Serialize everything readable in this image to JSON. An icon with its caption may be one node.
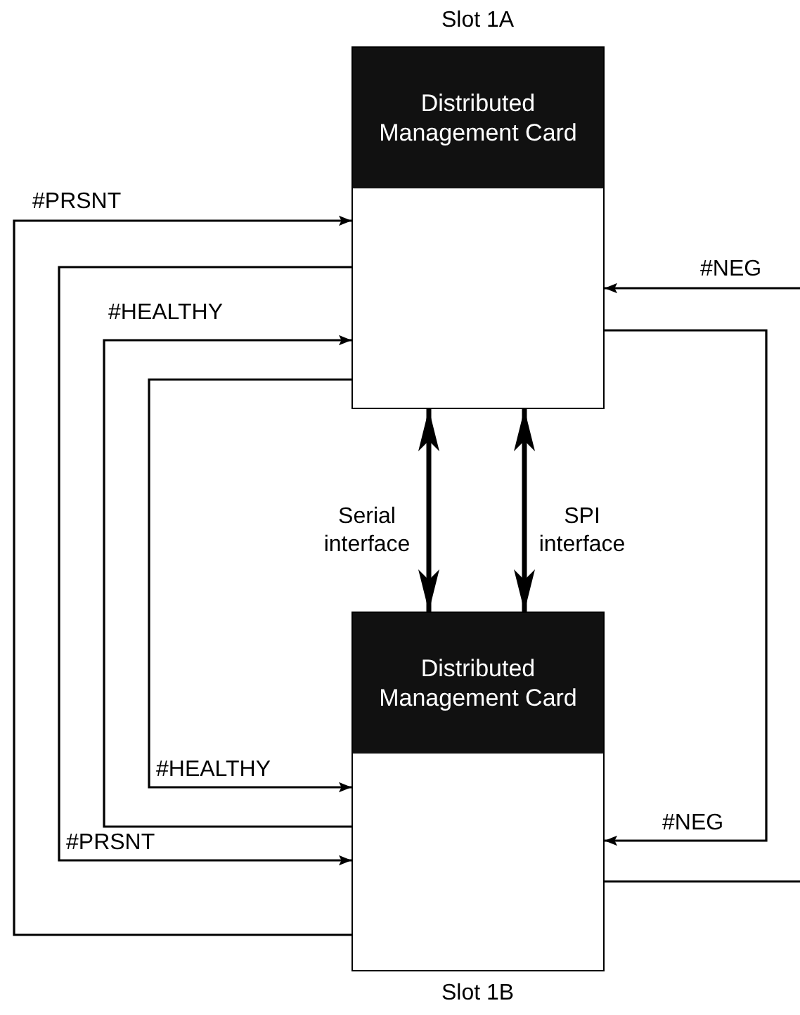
{
  "diagram": {
    "nodes": [
      {
        "text": [
          "Distributed Management Card"
        ],
        "beside": [
          "Slot 1A"
        ]
      },
      {
        "text": [
          "Distributed Management Card"
        ],
        "beside": [
          "Slot 1B"
        ]
      }
    ],
    "edges": [
      {
        "from": 1,
        "to": 0,
        "arrow": "to",
        "label": "#PRSNT"
      },
      {
        "from": 0,
        "to": 1,
        "arrow": "to",
        "label": "#PRSNT"
      },
      {
        "from": 1,
        "to": 0,
        "arrow": "to",
        "label": "#HEALTHY"
      },
      {
        "from": 0,
        "to": 1,
        "arrow": "to",
        "label": "#HEALTHY"
      },
      {
        "from": null,
        "to": 0,
        "arrow": "to",
        "label": "#NEG"
      },
      {
        "from": 0,
        "to": 1,
        "arrow": "to",
        "label": "#NEG"
      },
      {
        "from": 1,
        "to": null,
        "arrow": "none"
      },
      {
        "from": 0,
        "to": 1,
        "arrow": "both",
        "style": "thick",
        "label": "Serial interface"
      },
      {
        "from": 0,
        "to": 1,
        "arrow": "both",
        "style": "thick",
        "label": "SPI interface"
      }
    ]
  }
}
